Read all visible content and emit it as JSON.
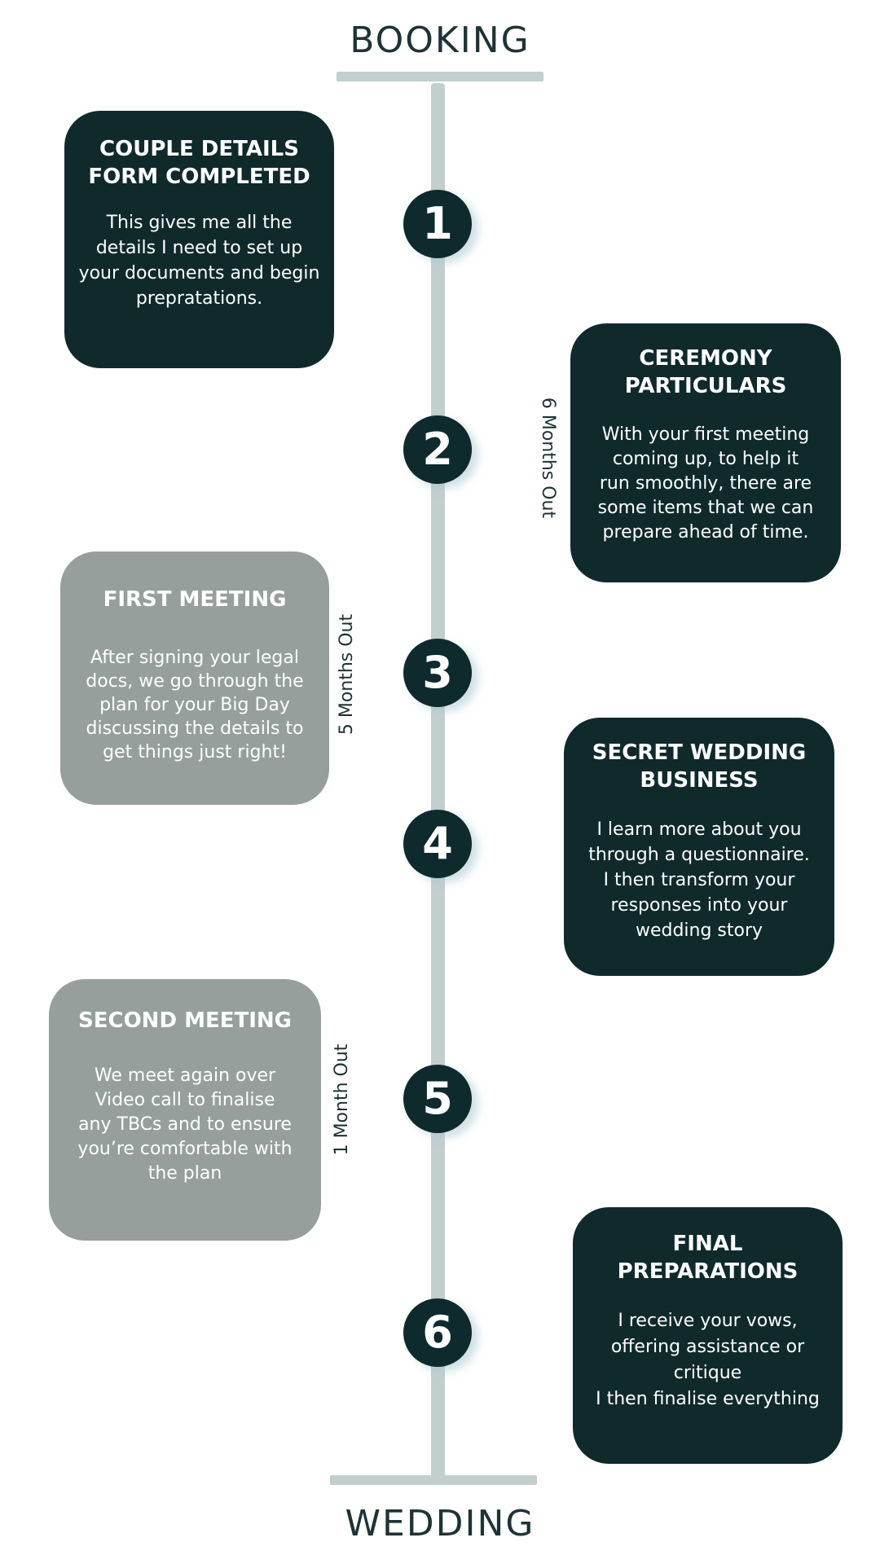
{
  "header": {
    "title": "BOOKING"
  },
  "footer": {
    "title": "WEDDING"
  },
  "steps": [
    {
      "number": "1",
      "title": "COUPLE DETAILS\nFORM COMPLETED",
      "body": "This gives me all the\ndetails I need to set up\nyour documents and begin\nprepratations."
    },
    {
      "number": "2",
      "title": "CEREMONY\nPARTICULARS",
      "body": "With your first meeting\ncoming up, to help it\nrun smoothly, there are\nsome items that we can\nprepare ahead of time."
    },
    {
      "number": "3",
      "title": "FIRST MEETING",
      "body": "After signing your legal\ndocs, we go through the\nplan for your Big Day\ndiscussing the details to\nget things just right!"
    },
    {
      "number": "4",
      "title": "SECRET WEDDING\nBUSINESS",
      "body": "I learn more about you\nthrough a questionnaire.\nI then transform your\nresponses into your\nwedding story"
    },
    {
      "number": "5",
      "title": "SECOND MEETING",
      "body": "We meet again over\nVideo call to finalise\nany TBCs and to ensure\nyou’re comfortable with\nthe plan"
    },
    {
      "number": "6",
      "title": "FINAL\nPREPARATIONS",
      "body": "I receive your vows,\noffering assistance or\ncritique\nI then finalise everything"
    }
  ],
  "time_labels": {
    "six_months": "6 Months Out",
    "five_months": "5 Months Out",
    "one_month": "1 Month Out"
  },
  "colors": {
    "card_dark": "#102a2c",
    "card_grey": "#979f9c",
    "circle": "#0f2a2c",
    "line": "#c3cfcf",
    "heading_text": "#1f3336"
  }
}
